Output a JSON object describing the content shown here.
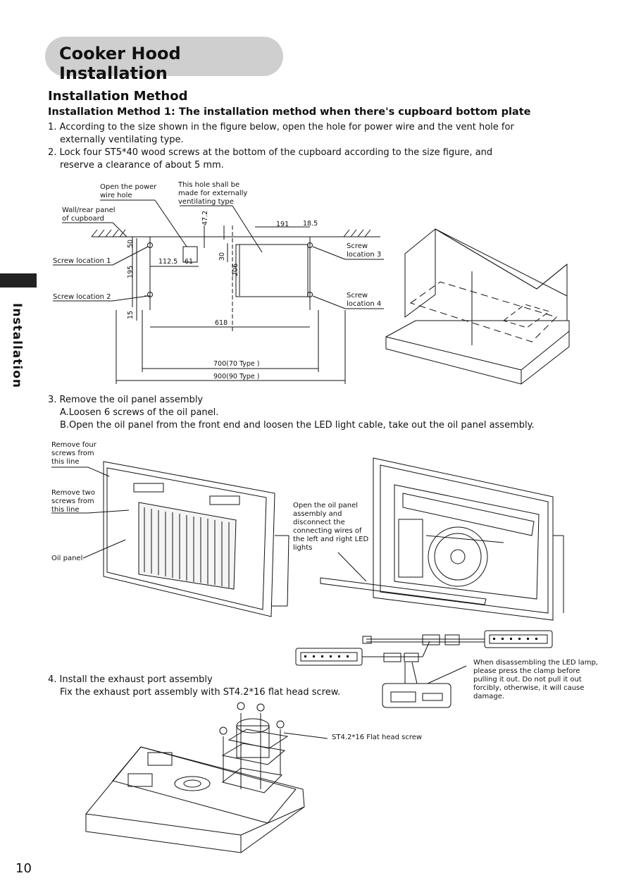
{
  "header": {
    "title": "Cooker Hood Installation"
  },
  "section": {
    "heading": "Installation Method",
    "subheading": "Installation Method 1: The installation method when there's cupboard bottom plate"
  },
  "steps": {
    "s1_line1": "1. According to the size shown in the figure below, open the hole for power wire and the vent hole for",
    "s1_line2": "externally ventilating type.",
    "s2_line1": "2. Lock four ST5*40 wood screws at the bottom of the cupboard according to the size figure, and",
    "s2_line2": "reserve a clearance of about 5 mm.",
    "s3_title": "3. Remove the oil panel assembly",
    "s3_a": "A.Loosen 6 screws of the oil panel.",
    "s3_b": "B.Open the oil panel from the front end and loosen the LED light cable, take out the oil panel assembly.",
    "s4_title": "4. Install the exhaust port assembly",
    "s4_a": "Fix the exhaust port assembly with ST4.2*16 flat head screw."
  },
  "figure1": {
    "power_hole_1": "Open the power",
    "power_hole_2": "wire hole",
    "vent_hole_1": "This hole shall be",
    "vent_hole_2": "made for externally",
    "vent_hole_3": "ventilating type",
    "wall_1": "Wall/rear panel",
    "wall_2": "of cupboard",
    "screw1": "Screw location 1",
    "screw2": "Screw location 2",
    "screw3_1": "Screw",
    "screw3_2": "location 3",
    "screw4_1": "Screw",
    "screw4_2": "location 4",
    "d_47_2": "47.2",
    "d_191": "191",
    "d_18_5": "18.5",
    "d_50": "50",
    "d_112_5": "112.5",
    "d_61": "61",
    "d_30": "30",
    "d_206": "206",
    "d_195": "195",
    "d_15": "15",
    "d_618": "618",
    "d_700": "700(70  Type )",
    "d_900": "900(90  Type )"
  },
  "figure2": {
    "remove_four_1": "Remove four",
    "remove_four_2": "screws from",
    "remove_four_3": "this line",
    "remove_two_1": "Remove two",
    "remove_two_2": "screws from",
    "remove_two_3": "this line",
    "oil_panel": "Oil panel",
    "open_1": "Open the oil panel",
    "open_2": "assembly and",
    "open_3": "disconnect the",
    "open_4": "connecting wires of",
    "open_5": "the left and right LED",
    "open_6": "lights",
    "warn_1": "When disassembling the LED lamp,",
    "warn_2": "please press the clamp before",
    "warn_3": "pulling it out. Do not pull it out",
    "warn_4": "forcibly, otherwise, it will cause",
    "warn_5": "damage."
  },
  "figure3": {
    "screw_label": "ST4.2*16 Flat head screw"
  },
  "sidebar": {
    "label": "Installation"
  },
  "footer": {
    "page_number": "10"
  }
}
